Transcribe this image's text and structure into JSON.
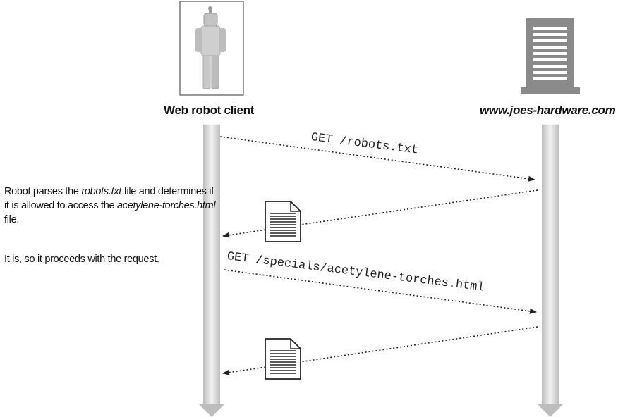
{
  "client": {
    "label": "Web robot client"
  },
  "server": {
    "label": "www.joes-hardware.com"
  },
  "messages": [
    {
      "text": "GET /robots.txt"
    },
    {
      "text": "GET /specials/acetylene-torches.html"
    }
  ],
  "note": {
    "part1": "Robot parses the ",
    "file1": "robots.txt",
    "part2": " file and determines if it is allowed to access the ",
    "file2": "acetylene-torches.html",
    "part3": " file.",
    "conclusion": "It is, so it proceeds with the request."
  },
  "colors": {
    "lifeline": "#d8d8d8",
    "arrow": "#222222",
    "server_body": "#8a8a8a"
  }
}
